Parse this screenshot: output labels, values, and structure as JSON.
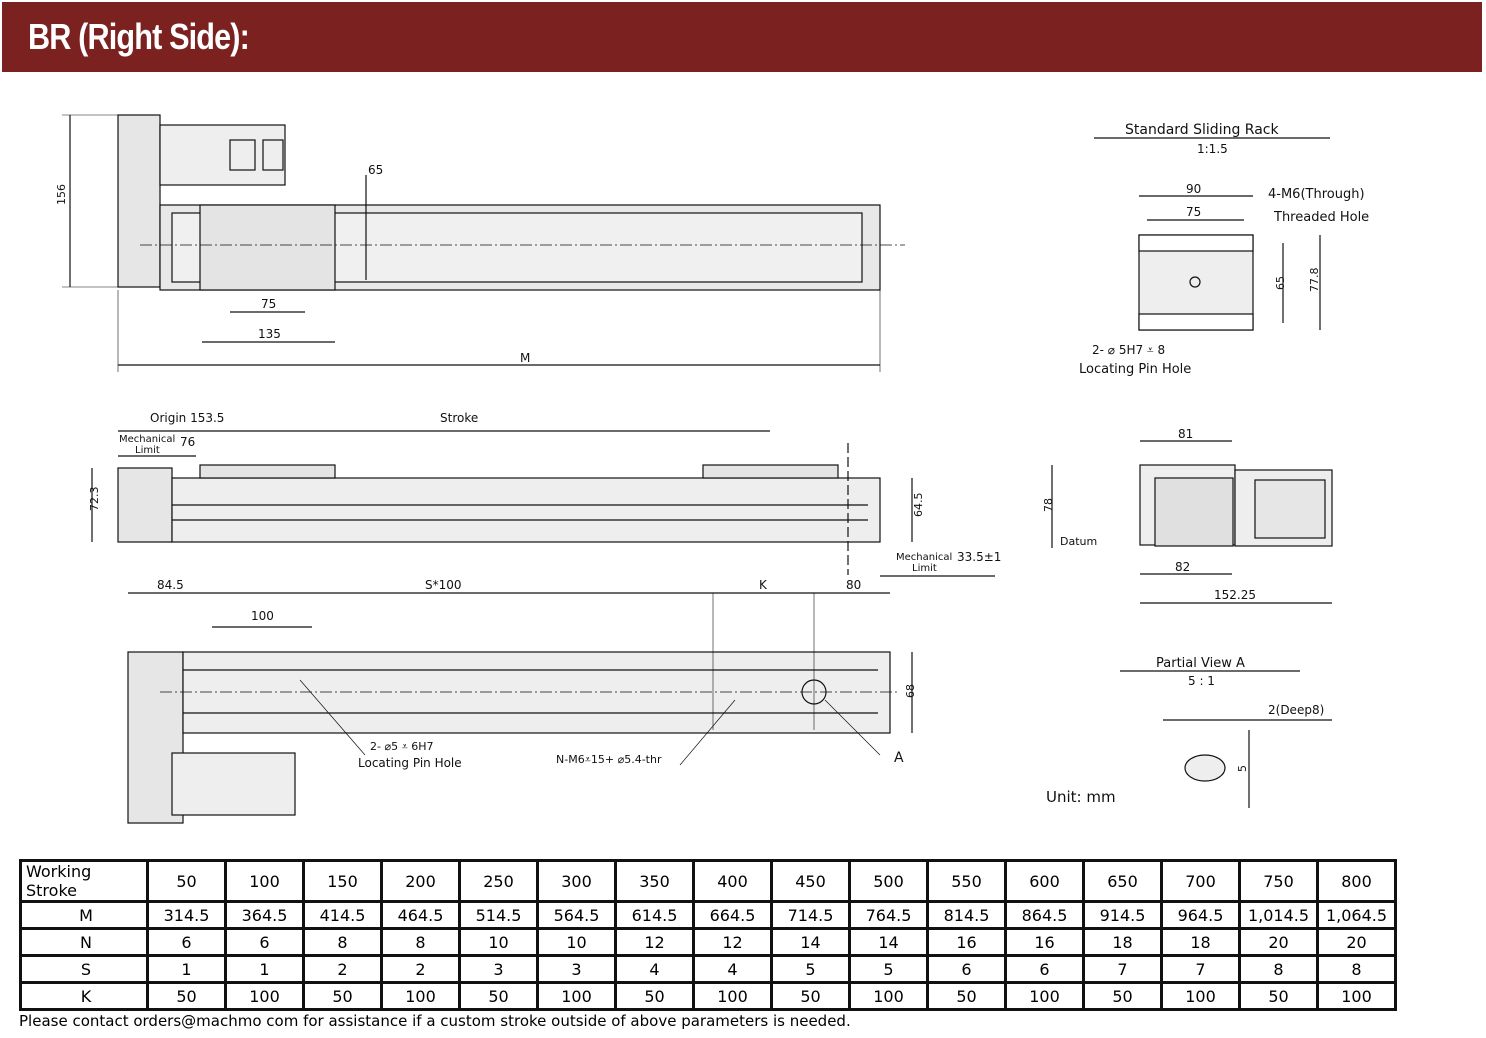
{
  "header": {
    "title": "BR (Right Side):",
    "color": "#7b2221"
  },
  "top_view": {
    "dim_156": "156",
    "dim_65": "65",
    "dim_75": "75",
    "dim_135": "135",
    "dim_M": "M"
  },
  "side_view": {
    "origin": "Origin 153.5",
    "stroke": "Stroke",
    "mech_limit": "Mechanical",
    "limit": "Limit",
    "dim_76": "76",
    "dim_72_3": "72.3",
    "dim_64_5": "64.5",
    "mech_limit_right": "Mechanical",
    "limit_right": "Limit",
    "dim_33_5": "33.5±1"
  },
  "bottom_view": {
    "dim_84_5": "84.5",
    "s100": "S*100",
    "k": "K",
    "dim_80": "80",
    "dim_100": "100",
    "dim_68": "68",
    "pin_hole_spec": "2- ⌀5 ⩡ 6H7",
    "pin_hole_label": "Locating Pin Hole",
    "thread_spec": "N-M6⩡15+ ⌀5.4-thr",
    "view_a": "A"
  },
  "sliding_rack": {
    "title": "Standard Sliding Rack",
    "scale": "1:1.5",
    "dim_90": "90",
    "dim_75": "75",
    "thread_spec": "4-M6(Through)",
    "thread_label": "Threaded Hole",
    "dim_65": "65",
    "dim_77_8": "77.8",
    "pin_spec": "2- ⌀ 5H7 ⩡ 8",
    "pin_label": "Locating Pin Hole"
  },
  "end_view": {
    "dim_81": "81",
    "dim_78": "78",
    "datum": "Datum",
    "dim_82": "82",
    "dim_152_25": "152.25"
  },
  "partial_view": {
    "title": "Partial View A",
    "scale": "5 : 1",
    "deep": "2(Deep8)",
    "dim_5": "5"
  },
  "unit": "Unit: mm",
  "table": {
    "rows": [
      {
        "label": "Working Stroke",
        "values": [
          "50",
          "100",
          "150",
          "200",
          "250",
          "300",
          "350",
          "400",
          "450",
          "500",
          "550",
          "600",
          "650",
          "700",
          "750",
          "800"
        ]
      },
      {
        "label": "M",
        "values": [
          "314.5",
          "364.5",
          "414.5",
          "464.5",
          "514.5",
          "564.5",
          "614.5",
          "664.5",
          "714.5",
          "764.5",
          "814.5",
          "864.5",
          "914.5",
          "964.5",
          "1,014.5",
          "1,064.5"
        ]
      },
      {
        "label": "N",
        "values": [
          "6",
          "6",
          "8",
          "8",
          "10",
          "10",
          "12",
          "12",
          "14",
          "14",
          "16",
          "16",
          "18",
          "18",
          "20",
          "20"
        ]
      },
      {
        "label": "S",
        "values": [
          "1",
          "1",
          "2",
          "2",
          "3",
          "3",
          "4",
          "4",
          "5",
          "5",
          "6",
          "6",
          "7",
          "7",
          "8",
          "8"
        ]
      },
      {
        "label": "K",
        "values": [
          "50",
          "100",
          "50",
          "100",
          "50",
          "100",
          "50",
          "100",
          "50",
          "100",
          "50",
          "100",
          "50",
          "100",
          "50",
          "100"
        ]
      }
    ]
  },
  "footnote": "Please contact orders@machmo com for assistance if a custom stroke outside of above parameters is needed."
}
